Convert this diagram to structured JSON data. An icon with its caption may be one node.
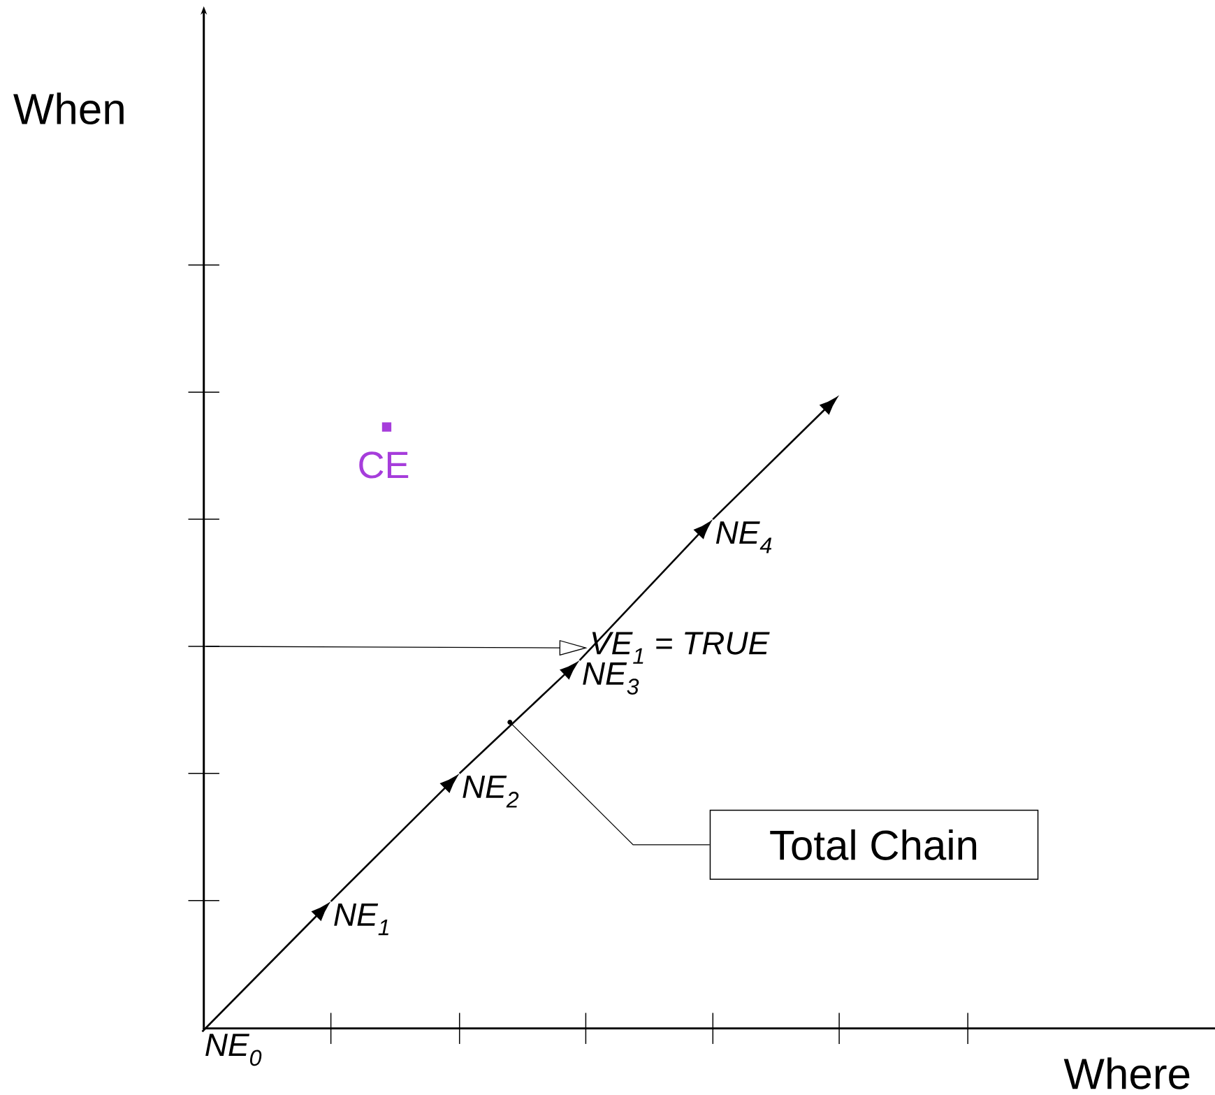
{
  "diagram": {
    "nodes": [
      {
        "text": [
          "NE$_{0}$"
        ]
      },
      {
        "text": [
          "NE$_{1}$"
        ]
      },
      {
        "text": [
          "NE$_{2}$"
        ]
      },
      {
        "text": [
          "NE$_{3}$"
        ]
      },
      {
        "text": [
          "NE$_{4}$"
        ]
      },
      {
        "text": [
          "VE$_{1}$ = TRUE"
        ]
      },
      {
        "text": [],
        "shape": "circle"
      },
      {
        "text": [
          "Total Chain"
        ]
      }
    ],
    "edges": [
      {
        "from": 0,
        "to": 1,
        "arrow": "to"
      },
      {
        "from": 1,
        "to": 2,
        "arrow": "to"
      },
      {
        "from": 2,
        "to": 3,
        "arrow": "to"
      },
      {
        "from": 3,
        "to": 4,
        "arrow": "to"
      },
      {
        "from": 4,
        "to": null,
        "arrow": "to"
      },
      {
        "from": null,
        "to": 5,
        "arrow": "to"
      },
      {
        "from": 7,
        "to": 6,
        "arrow": "none"
      }
    ],
    "labels": [
      "When",
      "CE",
      "Where"
    ]
  }
}
